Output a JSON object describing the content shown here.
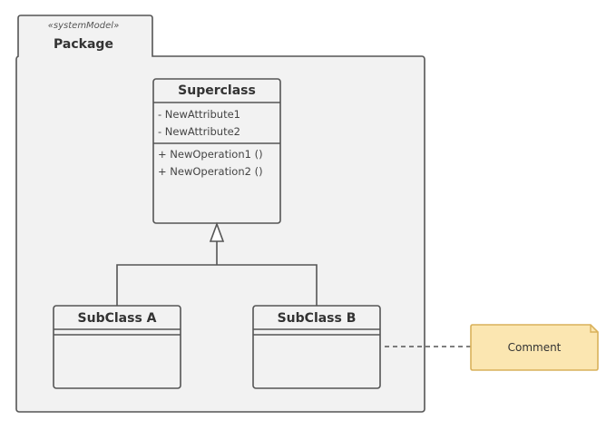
{
  "package": {
    "stereotype": "«systemModel»",
    "name": "Package"
  },
  "superclass": {
    "name": "Superclass",
    "attributes": [
      "- NewAttribute1",
      "- NewAttribute2"
    ],
    "operations": [
      "+ NewOperation1 ()",
      "+ NewOperation2 ()"
    ]
  },
  "subclass_a": {
    "name": "SubClass A"
  },
  "subclass_b": {
    "name": "SubClass B"
  },
  "comment": {
    "text": "Comment"
  },
  "colors": {
    "line": "#555555",
    "fill": "#f2f2f2",
    "comment_fill": "#fbe6b1",
    "comment_border": "#d9b15a"
  }
}
